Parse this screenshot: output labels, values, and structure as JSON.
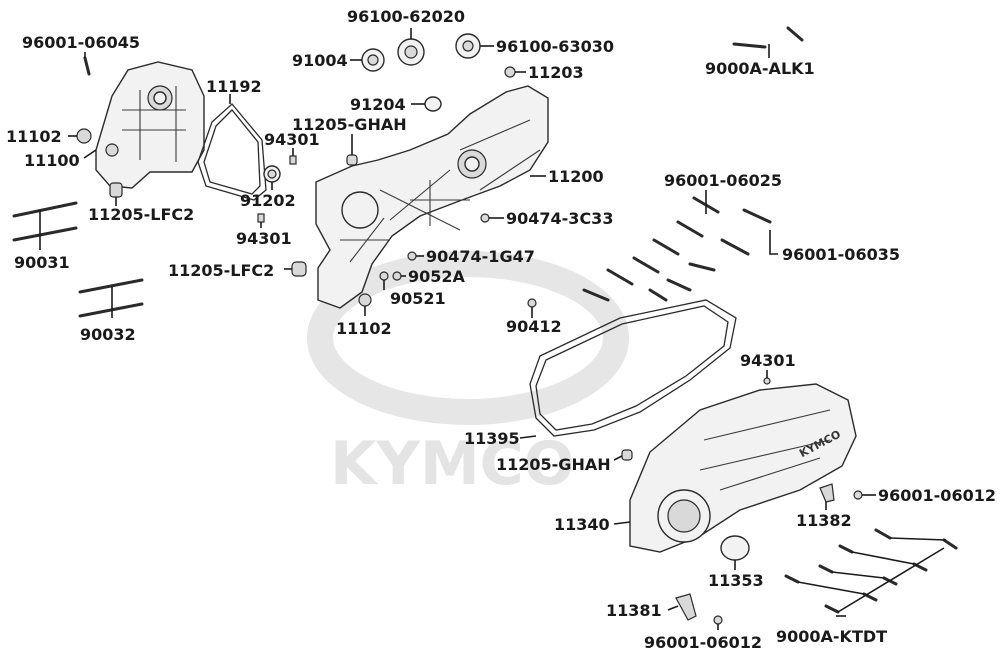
{
  "watermark": {
    "text": "KYMCO"
  },
  "cover_logo": {
    "text": "KYMCO"
  },
  "labels": [
    {
      "id": "l-96001-06045",
      "text": "96001-06045"
    },
    {
      "id": "l-96100-62020",
      "text": "96100-62020"
    },
    {
      "id": "l-91004",
      "text": "91004"
    },
    {
      "id": "l-96100-63030",
      "text": "96100-63030"
    },
    {
      "id": "l-9000a-alk1",
      "text": "9000A-ALK1"
    },
    {
      "id": "l-11203",
      "text": "11203"
    },
    {
      "id": "l-11192",
      "text": "11192"
    },
    {
      "id": "l-91204",
      "text": "91204"
    },
    {
      "id": "l-11205-ghah-top",
      "text": "11205-GHAH"
    },
    {
      "id": "l-11102-left",
      "text": "11102"
    },
    {
      "id": "l-94301-top",
      "text": "94301"
    },
    {
      "id": "l-11100",
      "text": "11100"
    },
    {
      "id": "l-11200",
      "text": "11200"
    },
    {
      "id": "l-96001-06025",
      "text": "96001-06025"
    },
    {
      "id": "l-91202",
      "text": "91202"
    },
    {
      "id": "l-11205-lfc2-left",
      "text": "11205-LFC2"
    },
    {
      "id": "l-90474-3c33",
      "text": "90474-3C33"
    },
    {
      "id": "l-94301-mid",
      "text": "94301"
    },
    {
      "id": "l-96001-06035",
      "text": "96001-06035"
    },
    {
      "id": "l-90031",
      "text": "90031"
    },
    {
      "id": "l-90474-1g47",
      "text": "90474-1G47"
    },
    {
      "id": "l-11205-lfc2-mid",
      "text": "11205-LFC2"
    },
    {
      "id": "l-9052a",
      "text": "9052A"
    },
    {
      "id": "l-90521",
      "text": "90521"
    },
    {
      "id": "l-90412",
      "text": "90412"
    },
    {
      "id": "l-11102-mid",
      "text": "11102"
    },
    {
      "id": "l-90032",
      "text": "90032"
    },
    {
      "id": "l-94301-right",
      "text": "94301"
    },
    {
      "id": "l-11395",
      "text": "11395"
    },
    {
      "id": "l-11205-ghah-bot",
      "text": "11205-GHAH"
    },
    {
      "id": "l-96001-06012-right",
      "text": "96001-06012"
    },
    {
      "id": "l-11382",
      "text": "11382"
    },
    {
      "id": "l-11340",
      "text": "11340"
    },
    {
      "id": "l-11353",
      "text": "11353"
    },
    {
      "id": "l-11381",
      "text": "11381"
    },
    {
      "id": "l-9000a-ktdt",
      "text": "9000A-KTDT"
    },
    {
      "id": "l-96001-06012-bot",
      "text": "96001-06012"
    }
  ]
}
